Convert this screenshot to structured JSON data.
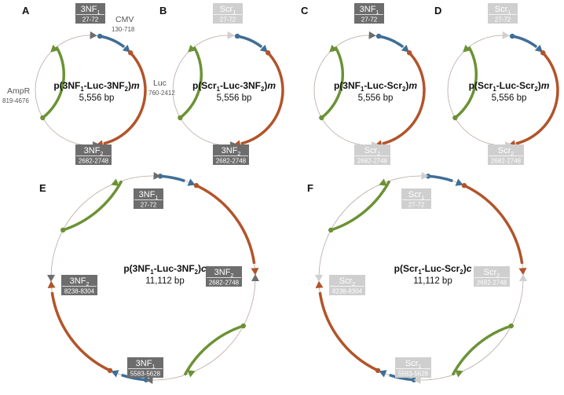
{
  "panels": [
    {
      "letter": "A",
      "name_pre": "p(",
      "name_mid": "3NF",
      "name_sub": "1",
      "name_mid2": "-Luc-",
      "name_mid3": "3NF",
      "name_sub2": "2",
      "name_end": ")",
      "name_suffix": "m",
      "size": "5,556 bp",
      "label_cmv": "CMV",
      "range_cmv": "130-718",
      "label_luc": "Luc",
      "range_luc": "760-2412",
      "label_ampr": "AmpR",
      "range_ampr": "819-4676",
      "box1_name": "3NF",
      "box1_sub": "1",
      "box1_range": "27-72",
      "box1_kind": "dark",
      "box2_name": "3NF",
      "box2_sub": "2",
      "box2_range": "2682-2748",
      "box2_kind": "dark"
    },
    {
      "letter": "B",
      "name_pre": "p(",
      "name_mid": "Scr",
      "name_sub": "1",
      "name_mid2": "-Luc-",
      "name_mid3": "3NF",
      "name_sub2": "2",
      "name_end": ")",
      "name_suffix": "m",
      "size": "5,556 bp",
      "box1_name": "Scr",
      "box1_sub": "1",
      "box1_range": "27-72",
      "box1_kind": "light",
      "box2_name": "3NF",
      "box2_sub": "2",
      "box2_range": "2682-2748",
      "box2_kind": "dark"
    },
    {
      "letter": "C",
      "name_pre": "p(",
      "name_mid": "3NF",
      "name_sub": "1",
      "name_mid2": "-Luc-",
      "name_mid3": "Scr",
      "name_sub2": "2",
      "name_end": ")",
      "name_suffix": "m",
      "size": "5,556 bp",
      "box1_name": "3NF",
      "box1_sub": "1",
      "box1_range": "27-72",
      "box1_kind": "dark",
      "box2_name": "Scr",
      "box2_sub": "2",
      "box2_range": "2682-2748",
      "box2_kind": "light"
    },
    {
      "letter": "D",
      "name_pre": "p(",
      "name_mid": "Scr",
      "name_sub": "1",
      "name_mid2": "-Luc-",
      "name_mid3": "Scr",
      "name_sub2": "2",
      "name_end": ")",
      "name_suffix": "m",
      "size": "5,556 bp",
      "box1_name": "Scr",
      "box1_sub": "1",
      "box1_range": "27-72",
      "box1_kind": "light",
      "box2_name": "Scr",
      "box2_sub": "2",
      "box2_range": "2682-2748",
      "box2_kind": "light"
    },
    {
      "letter": "E",
      "name_pre": "p(",
      "name_mid": "3NF",
      "name_sub": "1",
      "name_mid2": "-Luc-",
      "name_mid3": "3NF",
      "name_sub2": "2",
      "name_end": ")",
      "name_suffix": "c",
      "size": "11,112 bp",
      "box1_name": "3NF",
      "box1_sub": "1",
      "box1_range": "27-72",
      "box1_kind": "dark",
      "box2_name": "3NF",
      "box2_sub": "2",
      "box2_range": "2682-2748",
      "box2_kind": "dark",
      "box3_name": "3NF",
      "box3_sub": "1",
      "box3_range": "5583-5628",
      "box3_kind": "dark",
      "box4_name": "3NF",
      "box4_sub": "2",
      "box4_range": "8238-8304",
      "box4_kind": "dark"
    },
    {
      "letter": "F",
      "name_pre": "p(",
      "name_mid": "Scr",
      "name_sub": "1",
      "name_mid2": "-Luc-",
      "name_mid3": "Scr",
      "name_sub2": "2",
      "name_end": ")",
      "name_suffix": "c",
      "size": "11,112 bp",
      "box1_name": "Scr",
      "box1_sub": "1",
      "box1_range": "27-72",
      "box1_kind": "light",
      "box2_name": "Scr",
      "box2_sub": "2",
      "box2_range": "2682-2748",
      "box2_kind": "light",
      "box3_name": "Scr",
      "box3_sub": "1",
      "box3_range": "5583-5628",
      "box3_kind": "light",
      "box4_name": "Scr",
      "box4_sub": "2",
      "box4_range": "8238-8304",
      "box4_kind": "light"
    }
  ],
  "colors": {
    "cmv": "#3f6e96",
    "luc": "#b2542a",
    "ampr": "#6b9235",
    "backbone": "#b8a8a0",
    "box_dark": "#6d6d6d",
    "box_light": "#cfcfcf",
    "text_dark": "#111111",
    "text_label": "#555555"
  }
}
